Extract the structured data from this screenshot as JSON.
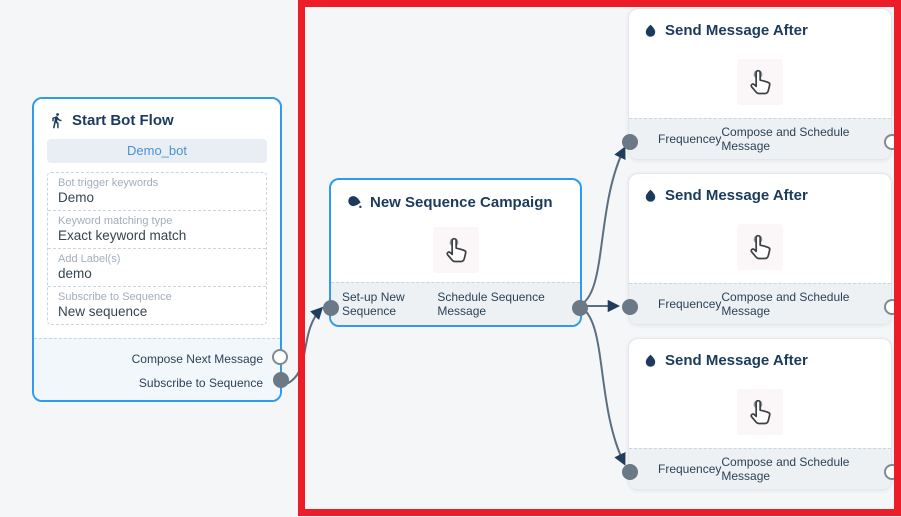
{
  "annotation": {
    "highlight_color": "#ec1c28"
  },
  "colors": {
    "canvas_bg": "#f4f6f8",
    "node_border_blue": "#2d9cf0",
    "header_text": "#1b3a5c",
    "connector_fill": "#6b7885",
    "edge_stroke": "#5c6f80",
    "arrowhead": "#1f3d5c"
  },
  "icons": {
    "start": "walking-person-icon",
    "campaign": "ink-drop-icon",
    "message": "water-drop-icon",
    "placeholder": "hand-cursor-icon"
  },
  "start_node": {
    "title": "Start Bot Flow",
    "bot_name": "Demo_bot",
    "fields": [
      {
        "label": "Bot trigger keywords",
        "value": "Demo"
      },
      {
        "label": "Keyword matching type",
        "value": "Exact keyword match"
      },
      {
        "label": "Add Label(s)",
        "value": "demo"
      },
      {
        "label": "Subscribe to Sequence",
        "value": "New sequence"
      }
    ],
    "outputs": [
      {
        "label": "Compose Next Message"
      },
      {
        "label": "Subscribe to Sequence"
      }
    ]
  },
  "campaign_node": {
    "title": "New Sequence Campaign",
    "input_label": "Set-up New Sequence",
    "output_label": "Schedule Sequence Message"
  },
  "message_nodes": [
    {
      "title": "Send Message After",
      "input_label": "Frequencey",
      "output_label": "Compose and Schedule Message"
    },
    {
      "title": "Send Message After",
      "input_label": "Frequencey",
      "output_label": "Compose and Schedule Message"
    },
    {
      "title": "Send Message After",
      "input_label": "Frequencey",
      "output_label": "Compose and Schedule Message"
    }
  ]
}
